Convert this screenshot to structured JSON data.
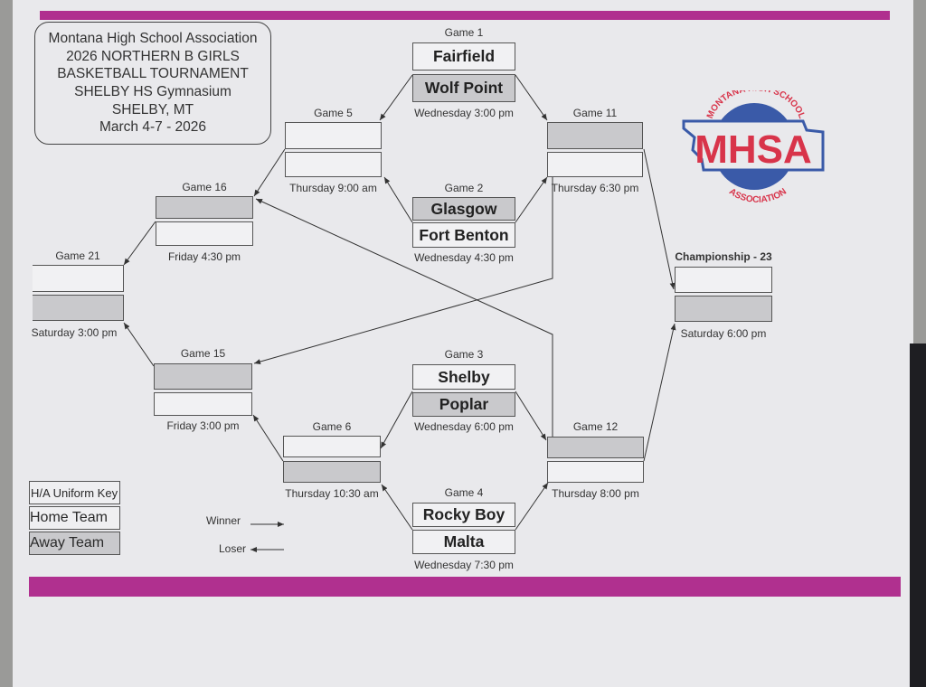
{
  "header": {
    "lines": [
      "Montana High School Association",
      "2026 NORTHERN B GIRLS",
      "BASKETBALL TOURNAMENT",
      "SHELBY HS Gymnasium",
      "SHELBY, MT",
      "March 4-7 - 2026"
    ]
  },
  "games": {
    "g1": {
      "title": "Game 1",
      "home": "Fairfield",
      "away": "Wolf Point",
      "time": "Wednesday 3:00 pm"
    },
    "g2": {
      "title": "Game 2",
      "home": "Glasgow",
      "away": "Fort Benton",
      "time": "Wednesday 4:30 pm"
    },
    "g3": {
      "title": "Game 3",
      "home": "Shelby",
      "away": "Poplar",
      "time": "Wednesday 6:00 pm"
    },
    "g4": {
      "title": "Game 4",
      "home": "Rocky Boy",
      "away": "Malta",
      "time": "Wednesday 7:30 pm"
    },
    "g5": {
      "title": "Game 5",
      "time": "Thursday 9:00 am"
    },
    "g6": {
      "title": "Game 6",
      "time": "Thursday 10:30 am"
    },
    "g11": {
      "title": "Game 11",
      "time": "Thursday 6:30 pm"
    },
    "g12": {
      "title": "Game 12",
      "time": "Thursday 8:00 pm"
    },
    "g15": {
      "title": "Game 15",
      "time": "Friday 3:00 pm"
    },
    "g16": {
      "title": "Game 16",
      "time": "Friday 4:30 pm"
    },
    "g21": {
      "title": "Game 21",
      "time": "Saturday 3:00 pm"
    },
    "g23": {
      "title": "Championship - 23",
      "time": "Saturday 6:00 pm"
    }
  },
  "uniform_key": {
    "title": "H/A Uniform Key",
    "home": "Home Team",
    "away": "Away Team"
  },
  "legend": {
    "winner": "Winner",
    "loser": "Loser"
  },
  "logo": {
    "top_text": "MONTANA HIGH SCHOOL",
    "main_text": "MHSA",
    "bottom_text": "ASSOCIATION"
  },
  "colors": {
    "accent_bar": "#b0308f",
    "logo_red": "#d8344a",
    "logo_blue": "#3a5aa8",
    "away_slot": "#c9c9cc"
  }
}
